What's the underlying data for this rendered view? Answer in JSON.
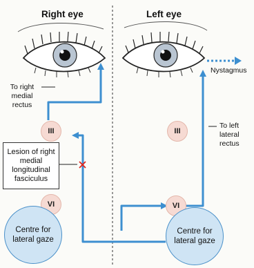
{
  "headings": {
    "right_eye": "Right eye",
    "left_eye": "Left eye"
  },
  "labels": {
    "to_right_medial_rectus": "To right medial rectus",
    "to_left_lateral_rectus": "To left lateral rectus",
    "nystagmus": "Nystagmus",
    "lesion": "Lesion of right medial longitudinal fasciculus"
  },
  "nuclei": {
    "right_iii": "III",
    "left_iii": "III",
    "right_vi": "VI",
    "left_vi": "VI"
  },
  "centres": {
    "right": "Centre for lateral gaze",
    "left": "Centre for lateral gaze"
  },
  "colors": {
    "pathway": "#3d8fd0",
    "lesion_mark": "#e0261d",
    "nucleus_fill": "#f6dad3",
    "centre_fill": "#cfe4f4",
    "iris": "#b9c5d2"
  }
}
